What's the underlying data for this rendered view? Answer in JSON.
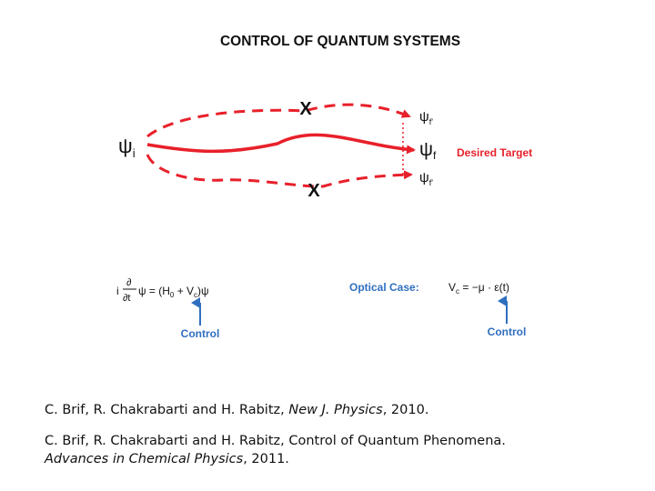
{
  "diagram": {
    "title": "CONTROL OF QUANTUM SYSTEMS",
    "initial_state": {
      "symbol": "ψ",
      "subscript": "i"
    },
    "upper_state": {
      "symbol": "ψ",
      "subscript": "f'"
    },
    "target_state": {
      "symbol": "ψ",
      "subscript": "f"
    },
    "lower_state": {
      "symbol": "ψ",
      "subscript": "f'"
    },
    "blocked_marker": "X",
    "desired_target_label": "Desired Target",
    "schrodinger_lhs": "i",
    "fraction_num": "∂",
    "fraction_den": "∂t",
    "schrodinger_rhs": "ψ = (H",
    "h0_sub": "0",
    "plus_v": " + V",
    "vc_sub": "c",
    "closing": ")ψ",
    "optical_case_label": "Optical Case:",
    "optical_v": "V",
    "optical_v_sub": "c",
    "optical_rhs": " = −μ · ε(t)",
    "control_left": "Control",
    "control_right": "Control",
    "colors": {
      "accent": "#e8202a",
      "control_blue": "#2f6fbf",
      "text": "#111111"
    }
  },
  "references": [
    {
      "authors": "C. Brif, R. Chakrabarti and H. Rabitz, ",
      "journal": "New J. Physics",
      "tail": ", 2010."
    },
    {
      "authors": "C. Brif, R. Chakrabarti and H. Rabitz, Control of Quantum Phenomena.",
      "journal": "Advances in Chemical Physics",
      "tail": ", 2011."
    }
  ]
}
